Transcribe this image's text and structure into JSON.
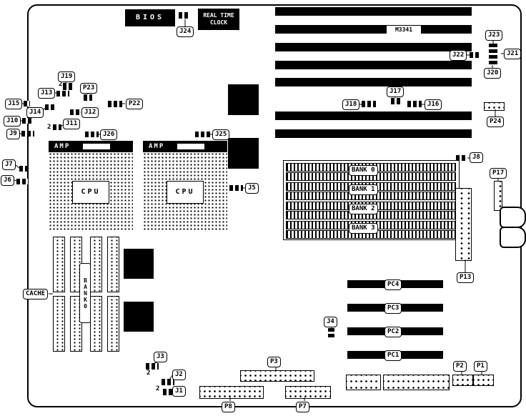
{
  "board": {
    "model": "M3341"
  },
  "labels": {
    "bios": "BIOS",
    "rtc": "REAL TIME\nCLOCK",
    "amp": "AMP",
    "cpu": "CPU",
    "cache": "CACHE",
    "cache_bank": "BANK0",
    "pin2": "2",
    "j1": "J1",
    "j2": "J2",
    "j3": "J3",
    "j4": "J4",
    "j5": "J5",
    "j6": "J6",
    "j7": "J7",
    "j8": "J8",
    "j9": "J9",
    "j10": "J10",
    "j11": "J11",
    "j12": "J12",
    "j13": "J13",
    "j14": "J14",
    "j15": "J15",
    "j16": "J16",
    "j17": "J17",
    "j18": "J18",
    "j19": "J19",
    "j20": "J20",
    "j21": "J21",
    "j22": "J22",
    "j23": "J23",
    "j24": "J24",
    "j25": "J25",
    "j26": "J26",
    "p1": "P1",
    "p2": "P2",
    "p3": "P3",
    "p7": "P7",
    "p8": "P8",
    "p13": "P13",
    "p17": "P17",
    "p22": "P22",
    "p23": "P23",
    "p24": "P24"
  },
  "memory_banks": [
    "BANK 0",
    "BANK 1",
    "BANK 2",
    "BANK 3"
  ],
  "pci_slots": [
    "PC1",
    "PC2",
    "PC3",
    "PC4"
  ]
}
